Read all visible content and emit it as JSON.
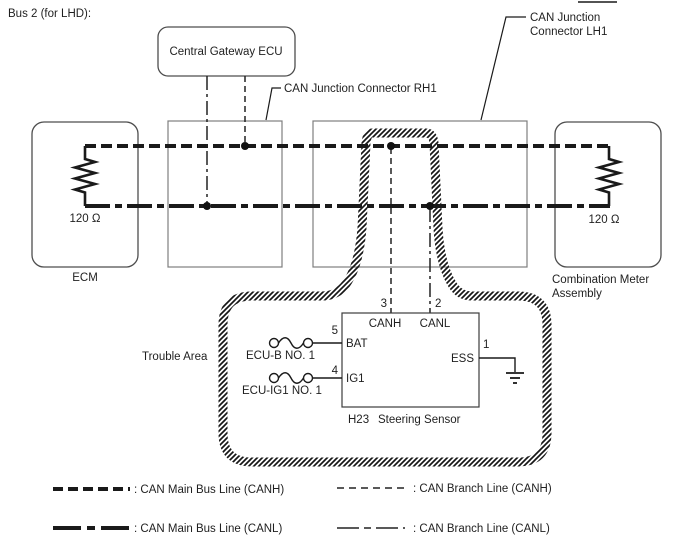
{
  "title": "Bus 2 (for LHD):",
  "nodes": {
    "central_gateway": {
      "label": "Central Gateway ECU"
    },
    "ecm": {
      "label": "ECM",
      "resistor": "120 Ω"
    },
    "combination_meter": {
      "label_line1": "Combination Meter",
      "label_line2": "Assembly",
      "resistor": "120 Ω"
    },
    "junction_rh1": {
      "label": "CAN Junction Connector RH1"
    },
    "junction_lh1": {
      "label_line1": "CAN Junction",
      "label_line2": "Connector LH1"
    }
  },
  "trouble_area": {
    "label": "Trouble Area"
  },
  "sensor": {
    "code": "H23",
    "name": "Steering Sensor",
    "pins": {
      "canh": {
        "num": "3",
        "label": "CANH"
      },
      "canl": {
        "num": "2",
        "label": "CANL"
      },
      "bat": {
        "num": "5",
        "label": "BAT"
      },
      "ig1": {
        "num": "4",
        "label": "IG1"
      },
      "ess": {
        "num": "1",
        "label": "ESS"
      }
    }
  },
  "fuses": {
    "ecu_b": {
      "label": "ECU-B NO. 1"
    },
    "ecu_ig1": {
      "label": "ECU-IG1 NO. 1"
    }
  },
  "legend": {
    "main_canh": ": CAN Main Bus Line (CANH)",
    "main_canl": ": CAN Main Bus Line (CANL)",
    "branch_canh": ": CAN Branch Line (CANH)",
    "branch_canl": ": CAN Branch Line (CANL)"
  },
  "colors": {
    "ink": "#1a1a1a",
    "rounded_box_border": "#4d4d4d",
    "junction_box_border": "#7e7e7e",
    "background": "#ffffff"
  }
}
